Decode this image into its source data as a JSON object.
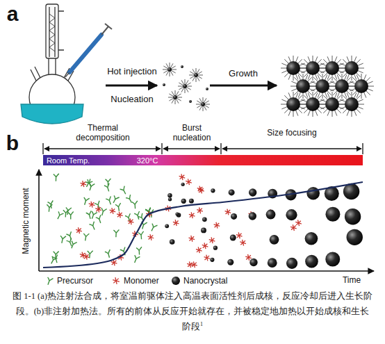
{
  "diagram": {
    "caption": "图 1-1 (a)热注射法合成，将室温前驱体注入高温表面活性剂后成核，反应冷却后进入生长阶段。(b)非注射加热法。所有的前体从反应开始就存在，并被稳定地加热以开始成核和生长阶段",
    "labels": [
      "a",
      "b",
      "Hot injection",
      "Nucleation",
      "Growth",
      "Thermal decomposition",
      "Burst nucleation",
      "Size focusing",
      "Room Temp.",
      "320°C",
      "Magnetic moment",
      "Time",
      "1"
    ],
    "legend": [
      {
        "text": "Precursor"
      },
      {
        "text": "Monomer"
      },
      {
        "text": "Nanocrystal"
      }
    ]
  }
}
